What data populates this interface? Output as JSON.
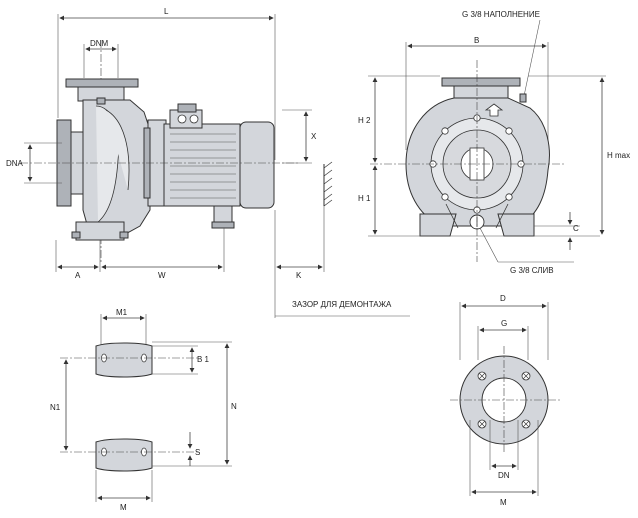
{
  "labels": {
    "L": "L",
    "DNM": "DNM",
    "DNA": "DNA",
    "X": "X",
    "A": "A",
    "W": "W",
    "K": "K",
    "gap": "ЗАЗОР ДЛЯ ДЕМОНТАЖА",
    "fill": "G 3/8 НАПОЛНЕНИЕ",
    "B": "B",
    "H2": "H 2",
    "H1": "H 1",
    "Hmax": "H max",
    "C": "C",
    "drain": "G 3/8 СЛИВ",
    "M1": "M1",
    "B1": "B 1",
    "N1": "N1",
    "N": "N",
    "S": "S",
    "M_foot": "M",
    "D": "D",
    "G": "G",
    "DN": "DN",
    "M_flange": "M"
  },
  "icons": {
    "arrow": "arrow-icon"
  }
}
